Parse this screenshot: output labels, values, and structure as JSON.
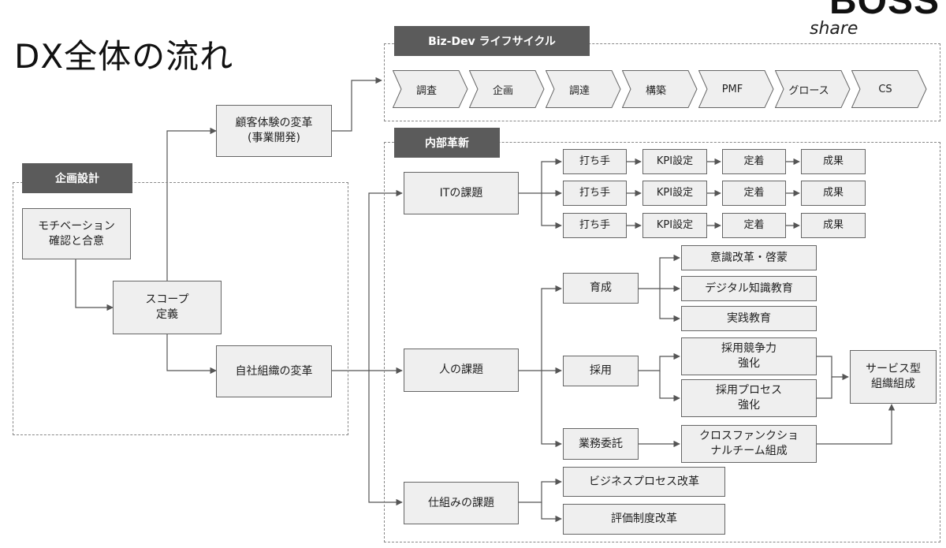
{
  "title": "DX全体の流れ",
  "logo": {
    "main": "BOSS",
    "sub": "share"
  },
  "sections": {
    "bizdev": "Biz-Dev ライフサイクル",
    "internal": "内部革新",
    "planning": "企画設計"
  },
  "lifecycle": [
    "調査",
    "企画",
    "調達",
    "構築",
    "PMF",
    "グロース",
    "CS"
  ],
  "planning_nodes": {
    "motivation": "モチベーション\n確認と合意",
    "scope": "スコープ\n定義",
    "cx": "顧客体験の変革\n(事業開発)",
    "org": "自社組織の変革"
  },
  "it": {
    "label": "ITの課題",
    "rows": [
      [
        "打ち手",
        "KPI設定",
        "定着",
        "成果"
      ],
      [
        "打ち手",
        "KPI設定",
        "定着",
        "成果"
      ],
      [
        "打ち手",
        "KPI設定",
        "定着",
        "成果"
      ]
    ]
  },
  "people": {
    "label": "人の課題",
    "training": "育成",
    "training_items": [
      "意識改革・啓蒙",
      "デジタル知識教育",
      "実践教育"
    ],
    "hiring": "採用",
    "hiring_items": [
      "採用競争力\n強化",
      "採用プロセス\n強化"
    ],
    "outsourcing": "業務委託",
    "outsourcing_item": "クロスファンクショ\nナルチーム組成",
    "result": "サービス型\n組織組成"
  },
  "mechanism": {
    "label": "仕組みの課題",
    "items": [
      "ビジネスプロセス改革",
      "評価制度改革"
    ]
  }
}
